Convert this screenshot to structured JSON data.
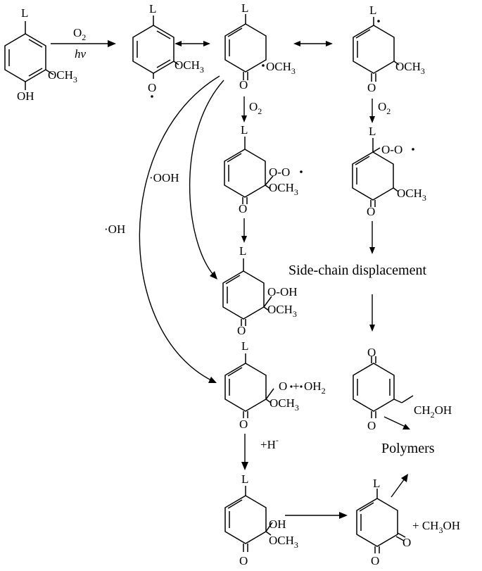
{
  "molecules": {
    "guaiacol": {
      "L": "L",
      "oh": "OH",
      "och3": "OCH",
      "och3_sub": "3"
    },
    "phenoxy": {
      "L": "L",
      "o_rad": "O",
      "och3": "OCH",
      "och3_sub": "3"
    },
    "carbon_radical_a": {
      "L": "L",
      "o": "O",
      "och3": "OCH",
      "och3_sub": "3"
    },
    "carbon_radical_b": {
      "L": "L",
      "o": "O",
      "och3": "OCH",
      "och3_sub": "3"
    },
    "peroxy_a": {
      "L": "L",
      "oo": "O-O",
      "o": "O",
      "och3": "OCH",
      "och3_sub": "3"
    },
    "peroxy_b": {
      "L": "L",
      "oo": "O-O",
      "o": "O",
      "och3": "OCH",
      "och3_sub": "3"
    },
    "hydroperoxide": {
      "L": "L",
      "ooh": "O-OH",
      "o": "O",
      "och3": "OCH",
      "och3_sub": "3"
    },
    "oxonium": {
      "L": "L",
      "o_part": "O",
      "oh2": "OH",
      "oh2_sub": "2",
      "o": "O",
      "och3": "OCH",
      "och3_sub": "3"
    },
    "hemiketal": {
      "L": "L",
      "oh": "OH",
      "o": "O",
      "och3": "OCH",
      "och3_sub": "3"
    },
    "o_quinone": {
      "L": "L",
      "o1": "O",
      "o2": "O"
    },
    "p_quinone": {
      "o1": "O",
      "o2": "O",
      "ch2oh": "CH",
      "ch2oh_sub": "2",
      "ch2oh_tail": "OH"
    }
  },
  "reagents": {
    "o2_top": {
      "text": "O",
      "sub": "2"
    },
    "hv": "hv",
    "o2_mid_a": {
      "text": "O",
      "sub": "2"
    },
    "o2_mid_b": {
      "text": "O",
      "sub": "2"
    },
    "ooh": "·OOH",
    "oh": "·OH",
    "h_minus": {
      "text": "+H",
      "sup": "-"
    },
    "methanol": {
      "text": "+ CH",
      "sub": "3",
      "tail": "OH"
    }
  },
  "labels": {
    "side_chain": "Side-chain displacement",
    "polymers": "Polymers"
  }
}
